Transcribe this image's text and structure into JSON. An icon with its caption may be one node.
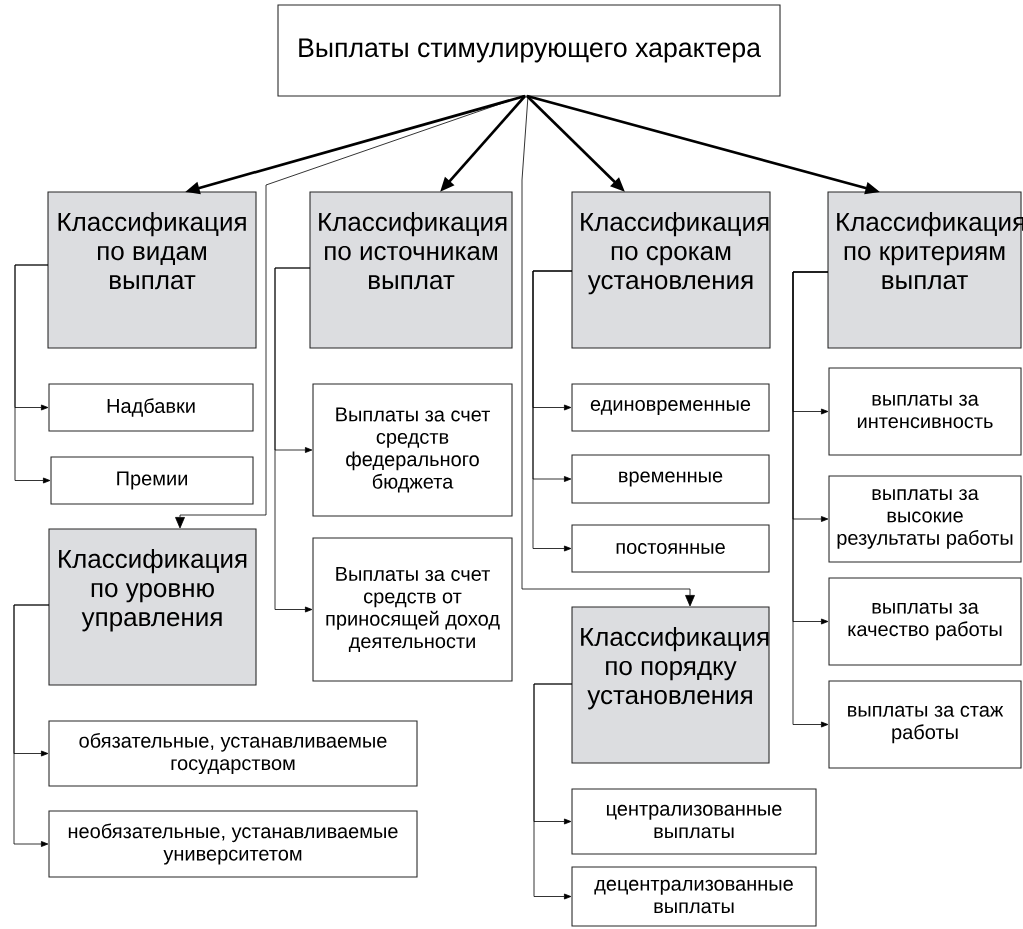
{
  "diagram": {
    "nodes": [
      {
        "text": [
          "Выплаты стимулирующего характера"
        ]
      },
      {
        "text": [
          "Классификация по видам выплат"
        ]
      },
      {
        "text": [
          "Надбавки"
        ]
      },
      {
        "text": [
          "Премии"
        ]
      },
      {
        "text": [
          "Классификация по уровню управления"
        ]
      },
      {
        "text": [
          "обязательные, устанавливаемые государством"
        ]
      },
      {
        "text": [
          "необязательные, устанавливаемые университетом"
        ]
      },
      {
        "text": [
          "Классификация по источникам выплат"
        ]
      },
      {
        "text": [
          "Выплаты за счет средств федерального бюджета"
        ]
      },
      {
        "text": [
          "Выплаты за счет средств от приносящей доход деятельности"
        ]
      },
      {
        "text": [
          "Классификация по срокам установления"
        ]
      },
      {
        "text": [
          "единовременные"
        ]
      },
      {
        "text": [
          "временные"
        ]
      },
      {
        "text": [
          "постоянные"
        ]
      },
      {
        "text": [
          "Классификация по порядку установления"
        ]
      },
      {
        "text": [
          "централизованные выплаты"
        ]
      },
      {
        "text": [
          "децентрализованные выплаты"
        ]
      },
      {
        "text": [
          "Классификация по критериям выплат"
        ]
      },
      {
        "text": [
          "выплаты за интенсивность"
        ]
      },
      {
        "text": [
          "выплаты за высокие результаты работы"
        ]
      },
      {
        "text": [
          "выплаты за качество работы"
        ]
      },
      {
        "text": [
          "выплаты за стаж работы"
        ]
      }
    ],
    "edges": [
      {
        "from": 0,
        "to": 1,
        "arrow": "to",
        "style": "thick"
      },
      {
        "from": 0,
        "to": 7,
        "arrow": "to",
        "style": "thick"
      },
      {
        "from": 0,
        "to": 10,
        "arrow": "to",
        "style": "thick"
      },
      {
        "from": 0,
        "to": 17,
        "arrow": "to",
        "style": "thick"
      },
      {
        "from": 0,
        "to": 4,
        "arrow": "to"
      },
      {
        "from": 0,
        "to": 14,
        "arrow": "to"
      },
      {
        "from": 1,
        "to": 2,
        "arrow": "to"
      },
      {
        "from": 1,
        "to": 3,
        "arrow": "to"
      },
      {
        "from": 4,
        "to": 5,
        "arrow": "to"
      },
      {
        "from": 4,
        "to": 6,
        "arrow": "to"
      },
      {
        "from": 7,
        "to": 8,
        "arrow": "to"
      },
      {
        "from": 7,
        "to": 9,
        "arrow": "to"
      },
      {
        "from": 10,
        "to": 11,
        "arrow": "to"
      },
      {
        "from": 10,
        "to": 12,
        "arrow": "to"
      },
      {
        "from": 10,
        "to": 13,
        "arrow": "to"
      },
      {
        "from": 14,
        "to": 15,
        "arrow": "to"
      },
      {
        "from": 14,
        "to": 16,
        "arrow": "to"
      },
      {
        "from": 17,
        "to": 18,
        "arrow": "to"
      },
      {
        "from": 17,
        "to": 19,
        "arrow": "to"
      },
      {
        "from": 17,
        "to": 20,
        "arrow": "to"
      },
      {
        "from": 17,
        "to": 21,
        "arrow": "to"
      }
    ]
  }
}
